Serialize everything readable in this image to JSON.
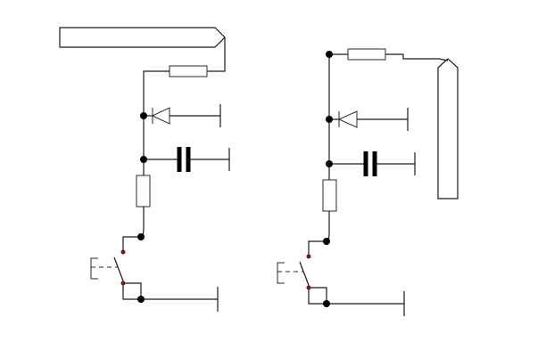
{
  "diagram": {
    "background": "#ffffff",
    "line_color": "#1a1a1a",
    "node_color": "#000000",
    "switch_pivot_color": "#6b1d1d",
    "circuits": [
      {
        "id": "left",
        "components": [
          "output-terminal",
          "resistor",
          "diode",
          "capacitor",
          "resistor",
          "pushbutton-switch",
          "ground-line"
        ]
      },
      {
        "id": "right",
        "components": [
          "resistor",
          "output-terminal",
          "diode",
          "capacitor",
          "resistor",
          "pushbutton-switch",
          "ground-line"
        ]
      }
    ]
  }
}
